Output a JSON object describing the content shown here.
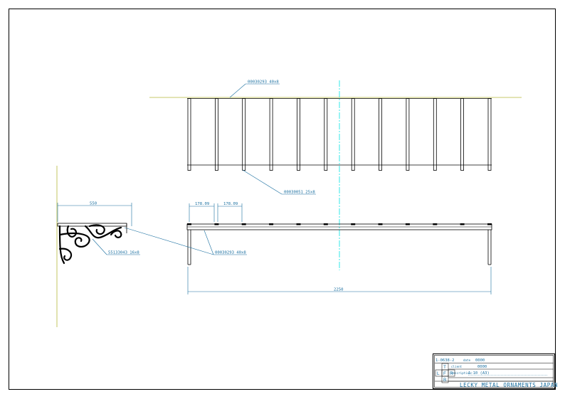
{
  "callouts": {
    "top_rail": "00030293 40x8",
    "pickets": "00030051 25x8",
    "bracket_scroll": "55133043 16x8",
    "front_rail": "00030293 40x8"
  },
  "dimensions": {
    "bracket_width": "550",
    "spacing_1": "178.09",
    "spacing_2": "178.09",
    "overall_length": "2250"
  },
  "title_block": {
    "drawing_no": "1-0638-2",
    "field_1_label": "date",
    "field_1_value": "0000",
    "field_2_label": "client",
    "field_2_value": "0000",
    "scale_label": "description",
    "scale_value": "1:10 (A3)",
    "cross_letters": [
      "T",
      "L",
      "F",
      "R",
      "B"
    ],
    "company": "LECKY METAL ORNAMENTS JAPAN"
  },
  "colors": {
    "line": "#000000",
    "dimension": "#1a6fa0",
    "centerline": "#00e5e5",
    "ground": "#b5b83a"
  }
}
